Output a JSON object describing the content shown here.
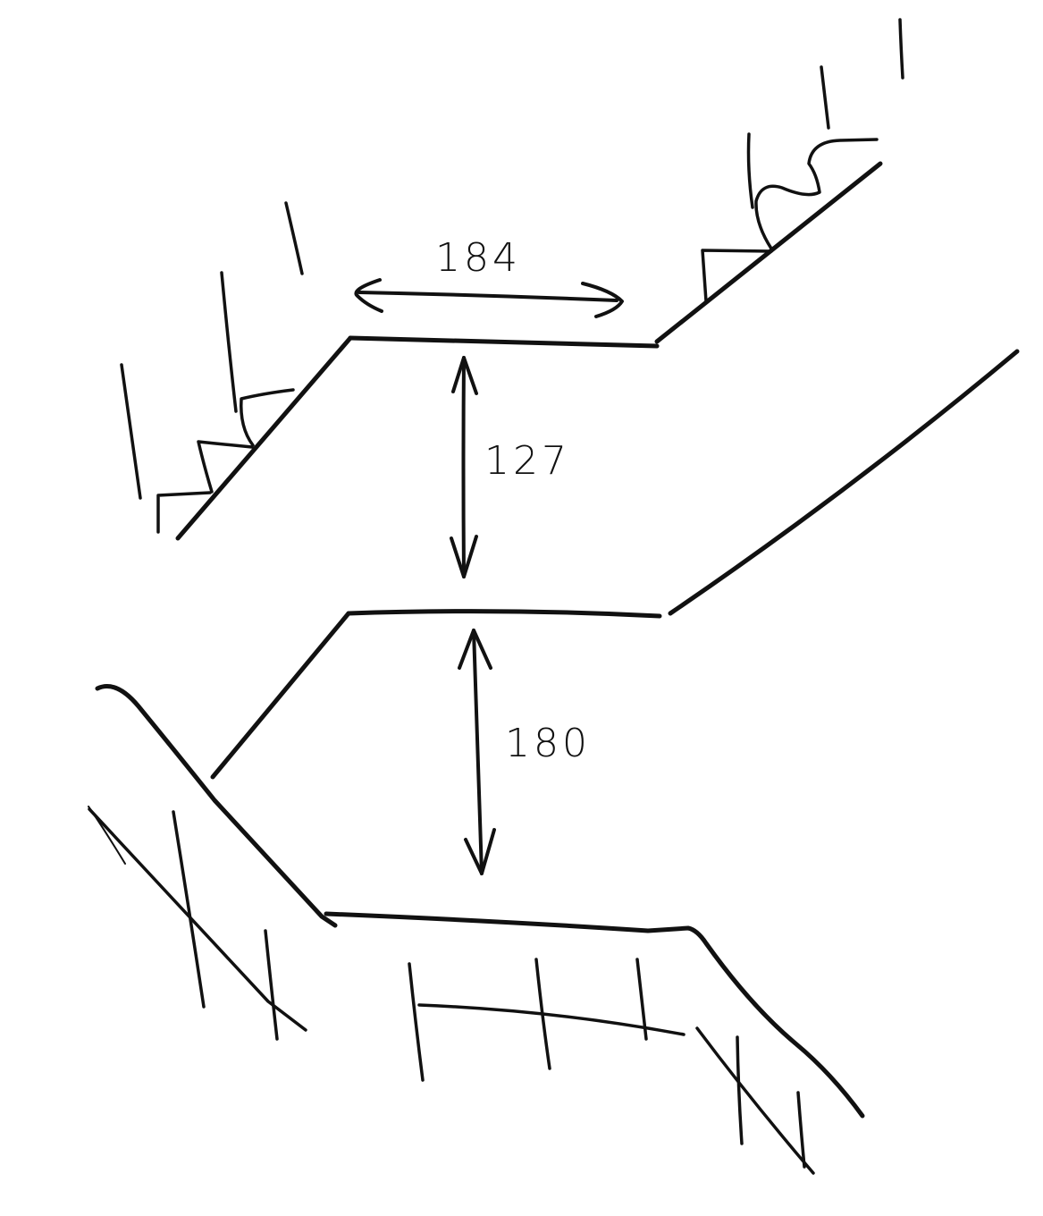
{
  "dimensions": {
    "top_width": "184",
    "upper_height": "127",
    "lower_height": "180"
  },
  "colors": {
    "ink": "#111111",
    "background": "#ffffff"
  }
}
